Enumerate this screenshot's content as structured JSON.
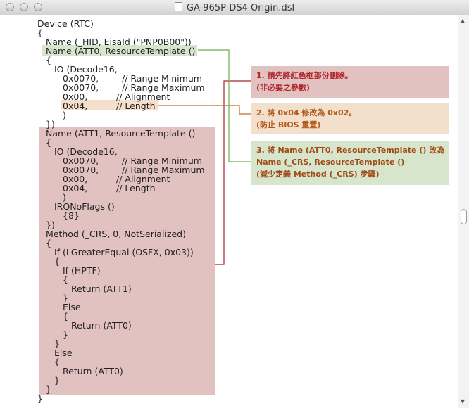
{
  "window": {
    "title": "GA-965P-DS4 Origin.dsl"
  },
  "code_lines": [
    "Device (RTC)",
    "{",
    "Name (_HID, EisaId (\"PNP0B00\"))",
    "Name (ATT0, ResourceTemplate ()",
    "{",
    "IO (Decode16,",
    "0x0070,",
    "// Range Minimum",
    "0x0070,",
    "// Range Maximum",
    "0x00,",
    "// Alignment",
    "0x04,",
    "// Length",
    ")",
    "})",
    "Name (ATT1, ResourceTemplate ()",
    "{",
    "IO (Decode16,",
    "0x0070,",
    "// Range Minimum",
    "0x0070,",
    "// Range Maximum",
    "0x00,",
    "// Alignment",
    "0x04,",
    "// Length",
    ")",
    "IRQNoFlags ()",
    "{8}",
    "})",
    "Method (_CRS, 0, NotSerialized)",
    "{",
    "If (LGreaterEqual (OSFX, 0x03))",
    "{",
    "If (HPTF)",
    "{",
    "Return (ATT1)",
    "}",
    "Else",
    "{",
    "Return (ATT0)",
    "}",
    "}",
    "Else",
    "{",
    "Return (ATT0)",
    "}",
    "}",
    "}"
  ],
  "notes": [
    {
      "lines": [
        "1. 請先將紅色框部份刪除。",
        "(非必要之參數)"
      ],
      "bg": "#e2c2c1",
      "fg": "#b0232a"
    },
    {
      "lines": [
        "2. 將 0x04 修改為 0x02。",
        "(防止 BIOS 重置)"
      ],
      "bg": "#f2dfcc",
      "fg": "#b25a17"
    },
    {
      "lines": [
        "3. 將 Name (ATT0, ResourceTemplate () 改為",
        "Name (_CRS, ResourceTemplate ()",
        "(減少定義 Method (_CRS) 步驟)"
      ],
      "bg": "#d6e5cb",
      "fg": "#a04a16"
    }
  ],
  "colors": {
    "red_box": "#e2c2c1",
    "orange_box": "#f4dfca",
    "green_box": "#d6e5cb",
    "red_line": "#a7262b",
    "orange_line": "#c36a27",
    "green_line": "#6caf4a"
  }
}
